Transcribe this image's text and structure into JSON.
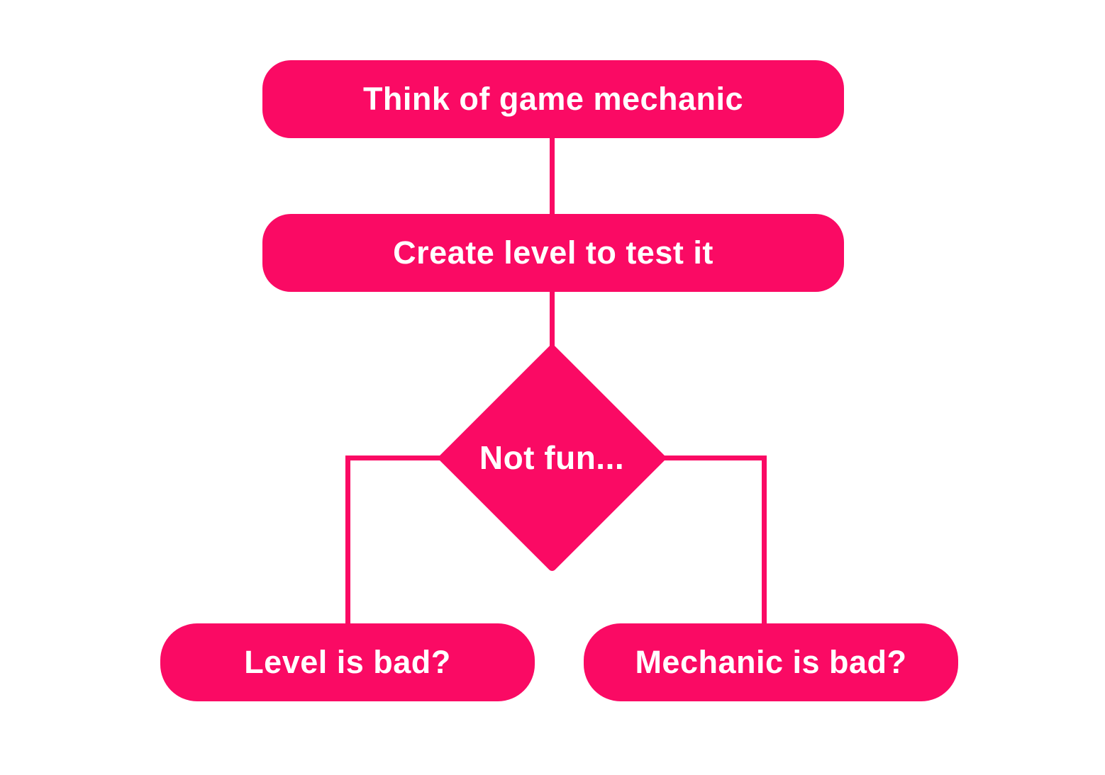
{
  "diagram": {
    "type": "flowchart",
    "background": "#ffffff",
    "colors": {
      "node_fill": "#fa0a64",
      "node_text": "#ffffff",
      "connector": "#fa0a64"
    },
    "nodes": [
      {
        "id": "think",
        "shape": "rounded-rect",
        "label": "Think of game mechanic"
      },
      {
        "id": "create",
        "shape": "rounded-rect",
        "label": "Create level to test it"
      },
      {
        "id": "notfun",
        "shape": "diamond",
        "label": "Not fun..."
      },
      {
        "id": "levelbad",
        "shape": "rounded-rect",
        "label": "Level is bad?"
      },
      {
        "id": "mechanicbad",
        "shape": "rounded-rect",
        "label": "Mechanic is bad?"
      }
    ],
    "edges": [
      {
        "from": "think",
        "to": "create"
      },
      {
        "from": "create",
        "to": "notfun"
      },
      {
        "from": "notfun",
        "to": "levelbad"
      },
      {
        "from": "notfun",
        "to": "mechanicbad"
      }
    ]
  }
}
